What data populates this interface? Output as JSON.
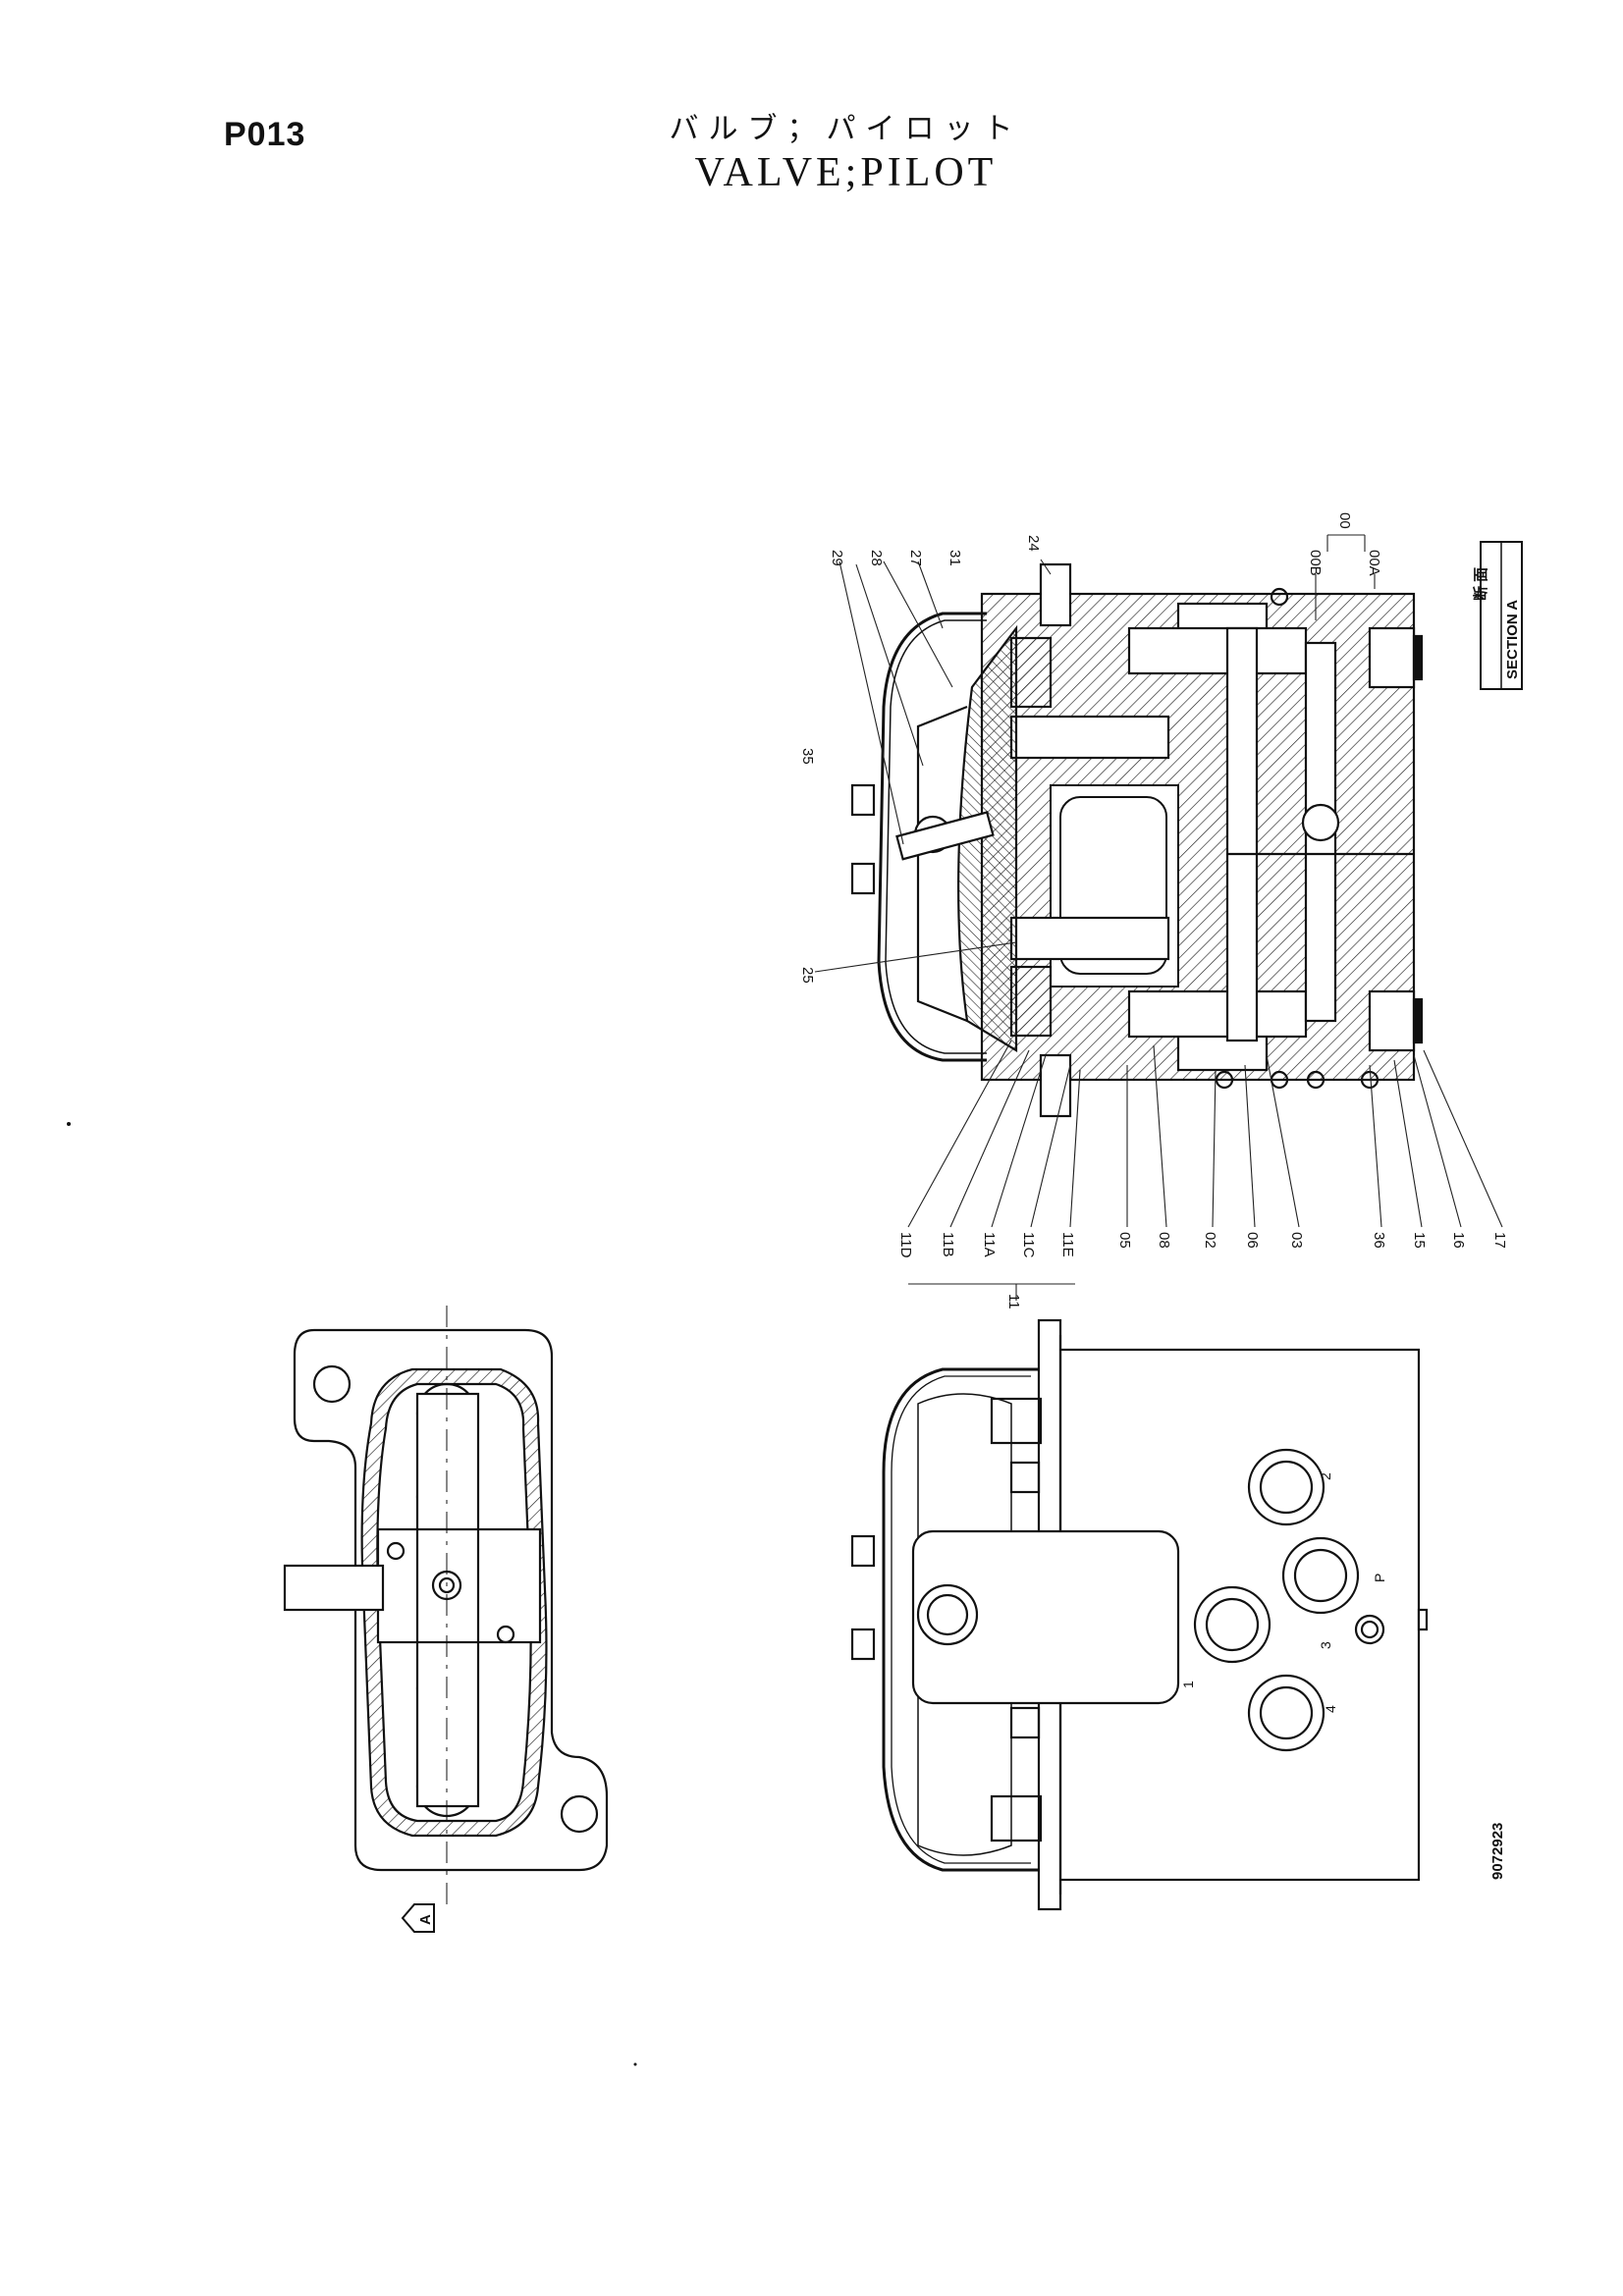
{
  "header": {
    "page_code": "P013",
    "title_jp": "バルブ；パイロット",
    "title_en": "VALVE;PILOT"
  },
  "section": {
    "label_jp": "断 面",
    "label_en": "SECTION A",
    "view_marker": "A"
  },
  "drawing_number": "9072923",
  "callouts": {
    "top": [
      "29",
      "28",
      "27",
      "31",
      "24"
    ],
    "left": [
      "35",
      "25"
    ],
    "assembly": [
      "00",
      "00B",
      "00A"
    ],
    "bottom": [
      "11D",
      "11B",
      "11A",
      "11C",
      "11E",
      "05",
      "08",
      "02",
      "06",
      "03",
      "36",
      "15",
      "16",
      "17"
    ],
    "group": "11"
  },
  "ports": [
    "2",
    "P",
    "1",
    "4",
    "3"
  ]
}
